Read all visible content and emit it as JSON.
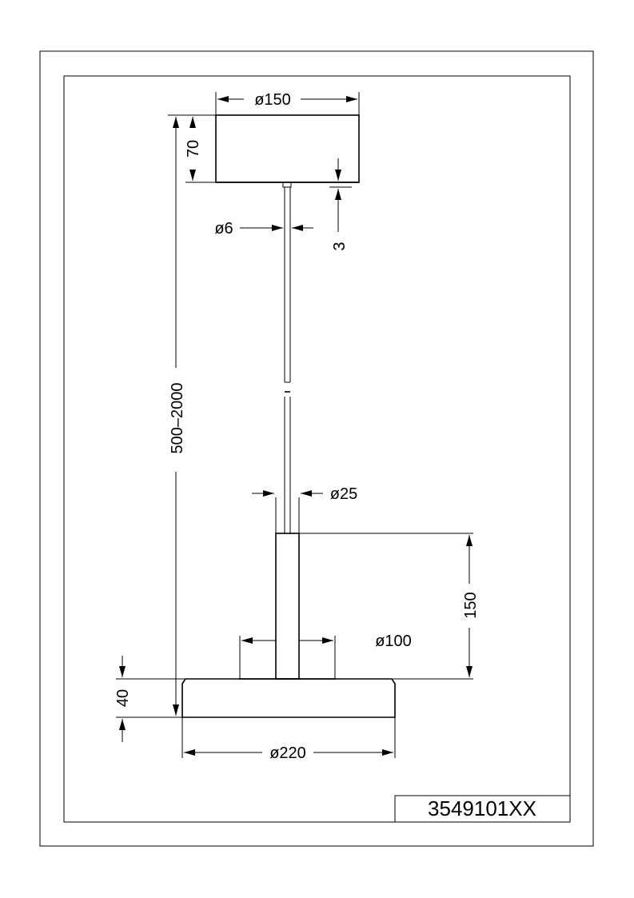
{
  "drawing": {
    "part_number": "3549101XX",
    "dimensions": {
      "canopy_diameter": "ø150",
      "canopy_height": "70",
      "canopy_offset": "3",
      "cable_diameter": "ø6",
      "overall_length": "500–2000",
      "stem_diameter": "ø25",
      "stem_height": "150",
      "diffuser_diameter": "ø100",
      "shade_height": "40",
      "shade_diameter": "ø220"
    }
  }
}
